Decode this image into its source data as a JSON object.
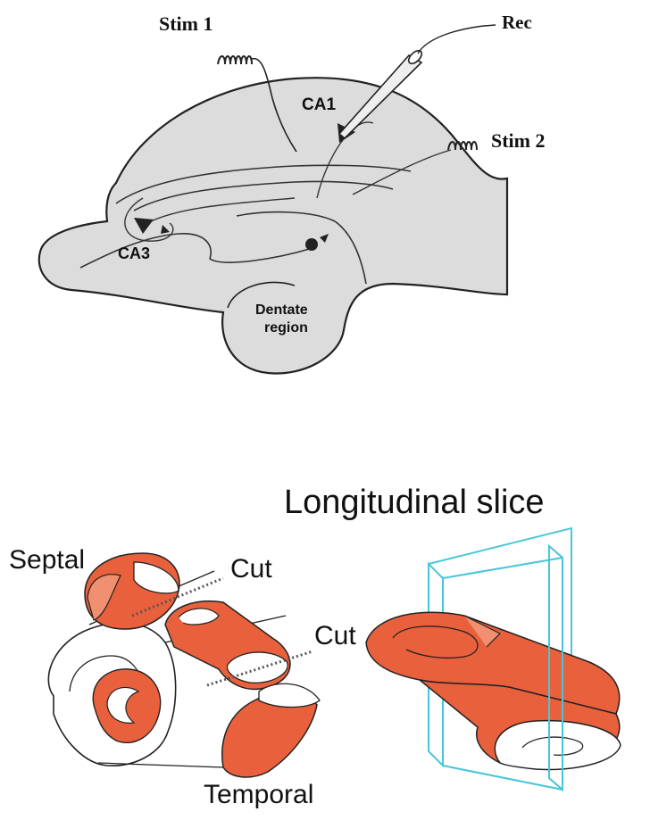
{
  "top_panel": {
    "labels": {
      "stim1": "Stim 1",
      "rec": "Rec",
      "stim2": "Stim 2",
      "ca1": "CA1",
      "ca3": "CA3",
      "dentate_line1": "Dentate",
      "dentate_line2": "region"
    }
  },
  "bottom_panel": {
    "title": "Longitudinal slice",
    "labels": {
      "septal": "Septal",
      "cut_upper": "Cut",
      "cut_lower": "Cut",
      "temporal": "Temporal"
    }
  },
  "colors": {
    "tissue_gray": "#dcdcdc",
    "slice_orange": "#e8603c",
    "slice_light": "#f09070",
    "plane_cyan": "#46c6d8",
    "ink": "#222222"
  }
}
